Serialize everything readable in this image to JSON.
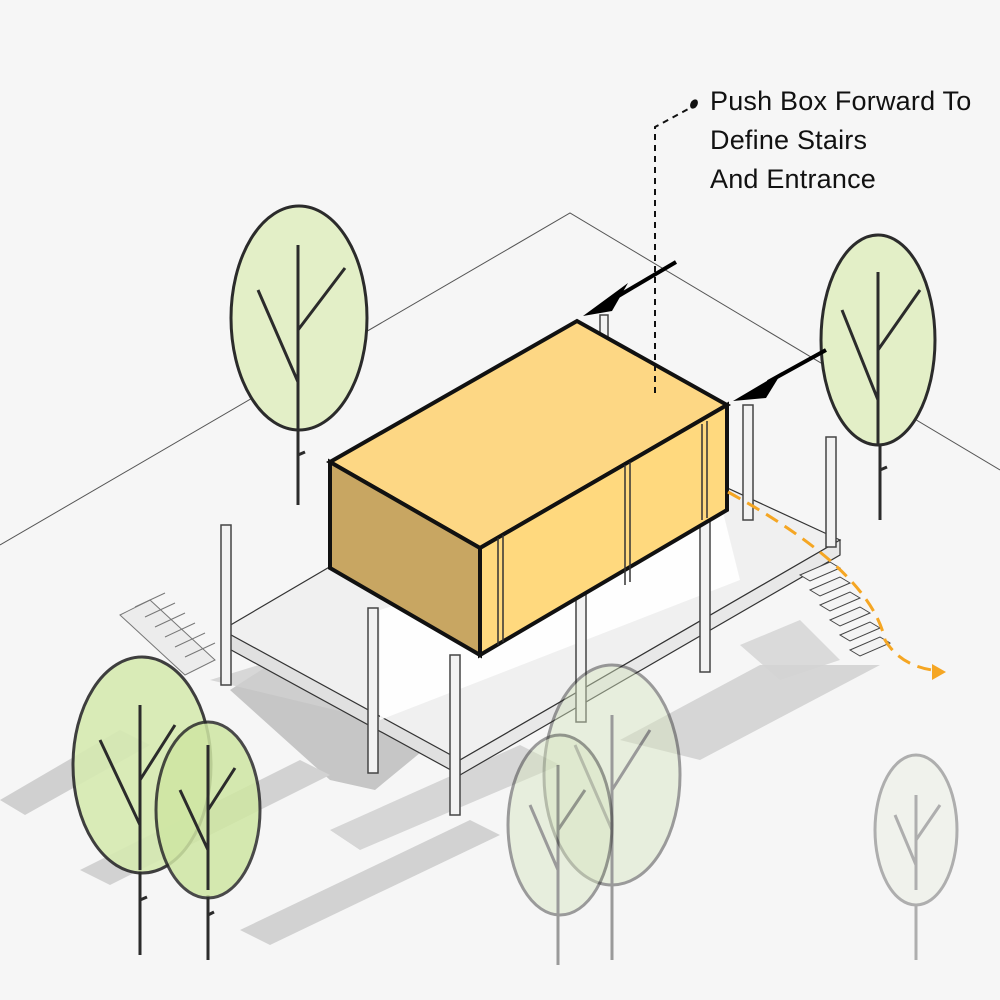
{
  "annotation": {
    "lines": [
      "Push Box Forward To",
      "Define Stairs",
      "And Entrance"
    ]
  },
  "colors": {
    "background": "#f6f6f6",
    "box_top": "#fdd784",
    "box_front": "#ffd97e",
    "box_side": "#c8a662",
    "tree_fill": "#e3efc7",
    "tree_stroke": "#2b2b2b",
    "shadow": "#c6c6c6",
    "path_arrow": "#f5a623",
    "leader_arrow": "#000000"
  },
  "icons": {
    "push_arrows": "arrow-left-icon",
    "entrance_path": "dashed-curve-arrow-icon",
    "trees": "tree-icon"
  }
}
